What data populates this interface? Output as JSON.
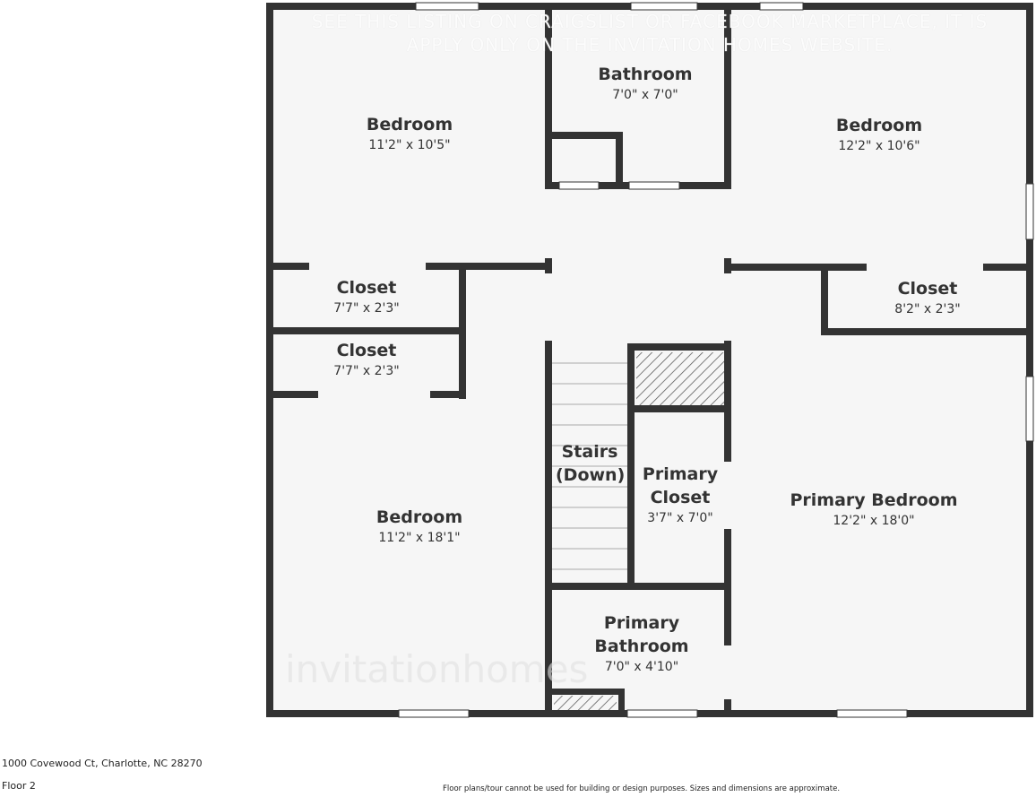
{
  "watermark": {
    "line1": "SEE THIS LISTING ON CRAIGSLIST OR FACEBOOK MARKETPLACE, IT IS",
    "line2": "APPLY ONLY ON THE INVITATION HOMES WEBSITE.",
    "brand": "invitationhomes"
  },
  "rooms": [
    {
      "name": "Bedroom",
      "dims": "11'2\" x 10'5\""
    },
    {
      "name": "Bathroom",
      "dims": "7'0\" x 7'0\""
    },
    {
      "name": "Bedroom",
      "dims": "12'2\" x 10'6\""
    },
    {
      "name": "Closet",
      "dims": "7'7\" x 2'3\""
    },
    {
      "name": "Closet",
      "dims": "7'7\" x 2'3\""
    },
    {
      "name": "Closet",
      "dims": "8'2\" x 2'3\""
    },
    {
      "name": "Stairs (Down)",
      "dims": ""
    },
    {
      "name": "Primary Closet",
      "dims": "3'7\" x 7'0\""
    },
    {
      "name": "Bedroom",
      "dims": "11'2\" x 18'1\""
    },
    {
      "name": "Primary Bedroom",
      "dims": "12'2\" x 18'0\""
    },
    {
      "name": "Primary Bathroom",
      "dims": "7'0\" x 4'10\""
    }
  ],
  "footer": {
    "address": "1000 Covewood Ct, Charlotte, NC 28270",
    "floor": "Floor 2",
    "disclaimer": "Floor plans/tour cannot be used for building or design purposes. Sizes and dimensions are approximate."
  },
  "colors": {
    "wall": "#333333",
    "floor": "#f6f6f6"
  }
}
